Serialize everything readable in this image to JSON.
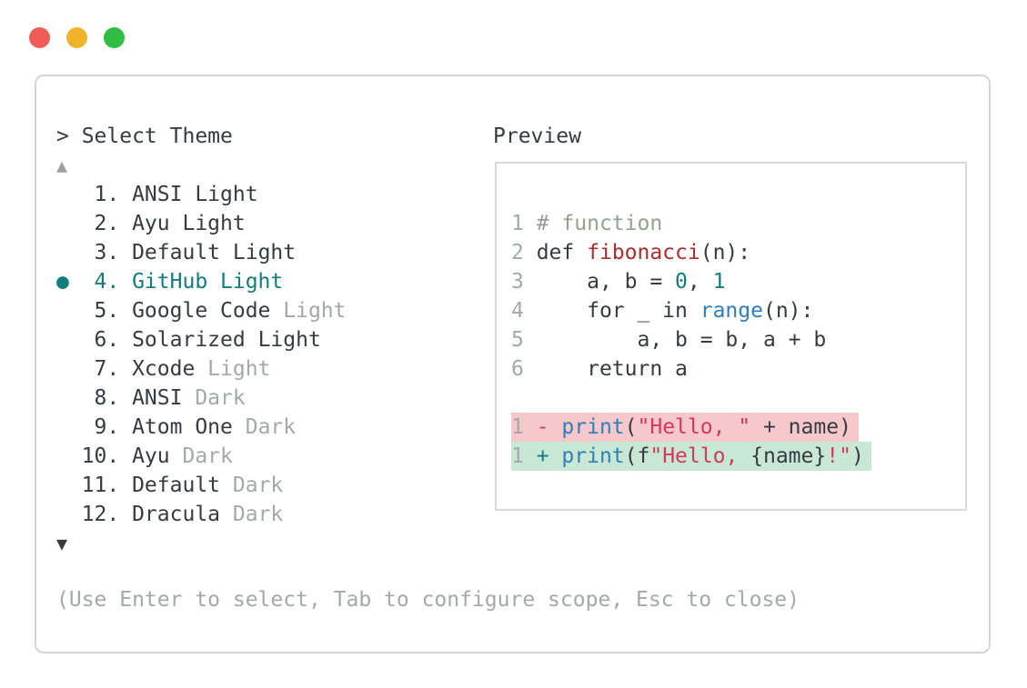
{
  "window": {
    "traffic_lights": [
      {
        "name": "close",
        "color": "#ef5b56"
      },
      {
        "name": "minimize",
        "color": "#f2b32c"
      },
      {
        "name": "zoom",
        "color": "#2fbe41"
      }
    ]
  },
  "prompt": {
    "text": "> Select Theme"
  },
  "theme_list": {
    "up_arrow": "▲",
    "down_arrow": "▼",
    "bullet": "●",
    "items": [
      {
        "n": 1,
        "name": "ANSI",
        "variant": "Light",
        "muted_variant": false,
        "selected": false
      },
      {
        "n": 2,
        "name": "Ayu",
        "variant": "Light",
        "muted_variant": false,
        "selected": false
      },
      {
        "n": 3,
        "name": "Default",
        "variant": "Light",
        "muted_variant": false,
        "selected": false
      },
      {
        "n": 4,
        "name": "GitHub",
        "variant": "Light",
        "muted_variant": false,
        "selected": true
      },
      {
        "n": 5,
        "name": "Google Code",
        "variant": "Light",
        "muted_variant": true,
        "selected": false
      },
      {
        "n": 6,
        "name": "Solarized",
        "variant": "Light",
        "muted_variant": false,
        "selected": false
      },
      {
        "n": 7,
        "name": "Xcode",
        "variant": "Light",
        "muted_variant": true,
        "selected": false
      },
      {
        "n": 8,
        "name": "ANSI",
        "variant": "Dark",
        "muted_variant": true,
        "selected": false
      },
      {
        "n": 9,
        "name": "Atom One",
        "variant": "Dark",
        "muted_variant": true,
        "selected": false
      },
      {
        "n": 10,
        "name": "Ayu",
        "variant": "Dark",
        "muted_variant": true,
        "selected": false
      },
      {
        "n": 11,
        "name": "Default",
        "variant": "Dark",
        "muted_variant": true,
        "selected": false
      },
      {
        "n": 12,
        "name": "Dracula",
        "variant": "Dark",
        "muted_variant": true,
        "selected": false
      }
    ]
  },
  "preview": {
    "label": "Preview",
    "code_lines": [
      {
        "segments": [
          {
            "t": "1 ",
            "c": "ln"
          },
          {
            "t": "# function",
            "c": "cm"
          }
        ]
      },
      {
        "segments": [
          {
            "t": "2 ",
            "c": "ln"
          },
          {
            "t": "def ",
            "c": "txt"
          },
          {
            "t": "fibonacci",
            "c": "def"
          },
          {
            "t": "(n):",
            "c": "txt"
          }
        ]
      },
      {
        "segments": [
          {
            "t": "3 ",
            "c": "ln"
          },
          {
            "t": "    a, b = ",
            "c": "txt"
          },
          {
            "t": "0",
            "c": "num"
          },
          {
            "t": ", ",
            "c": "txt"
          },
          {
            "t": "1",
            "c": "num"
          }
        ]
      },
      {
        "segments": [
          {
            "t": "4 ",
            "c": "ln"
          },
          {
            "t": "    for _ in ",
            "c": "txt"
          },
          {
            "t": "range",
            "c": "call"
          },
          {
            "t": "(n):",
            "c": "txt"
          }
        ]
      },
      {
        "segments": [
          {
            "t": "5 ",
            "c": "ln"
          },
          {
            "t": "        a, b = b, a + b",
            "c": "txt"
          }
        ]
      },
      {
        "segments": [
          {
            "t": "6 ",
            "c": "ln"
          },
          {
            "t": "    return a",
            "c": "txt"
          }
        ]
      },
      {
        "segments": []
      },
      {
        "bg": "removed",
        "segments": [
          {
            "t": "1 ",
            "c": "ln"
          },
          {
            "t": "- ",
            "c": "str"
          },
          {
            "t": "print",
            "c": "call"
          },
          {
            "t": "(",
            "c": "txt"
          },
          {
            "t": "\"Hello, \"",
            "c": "str"
          },
          {
            "t": " + name)",
            "c": "txt"
          }
        ]
      },
      {
        "bg": "added",
        "segments": [
          {
            "t": "1 ",
            "c": "ln"
          },
          {
            "t": "+ ",
            "c": "num"
          },
          {
            "t": "print",
            "c": "call"
          },
          {
            "t": "(f",
            "c": "txt"
          },
          {
            "t": "\"Hello, ",
            "c": "str"
          },
          {
            "t": "{name}",
            "c": "txt"
          },
          {
            "t": "!\"",
            "c": "str"
          },
          {
            "t": ")",
            "c": "txt"
          }
        ]
      }
    ]
  },
  "footer": {
    "hint": "(Use Enter to select, Tab to configure scope, Esc to close)"
  },
  "colors": {
    "light-red": "#ef5b56",
    "light-yellow": "#f2b32c",
    "light-green": "#2fbe41",
    "panel-border": "#d5d5d5",
    "box-border": "#d9d9d9",
    "text-dark": "#363b41",
    "text-muted": "#a4a8ab",
    "arrow-muted": "#9aa0a4",
    "accent-teal": "#137c7c",
    "call-blue": "#2e7fba",
    "string-crimson": "#d6395c",
    "func-red": "#ad2d2d",
    "comment-green": "#95a08f",
    "diff-removed-bg": "#f6c7cb",
    "diff-added-bg": "#c9e7d5"
  }
}
